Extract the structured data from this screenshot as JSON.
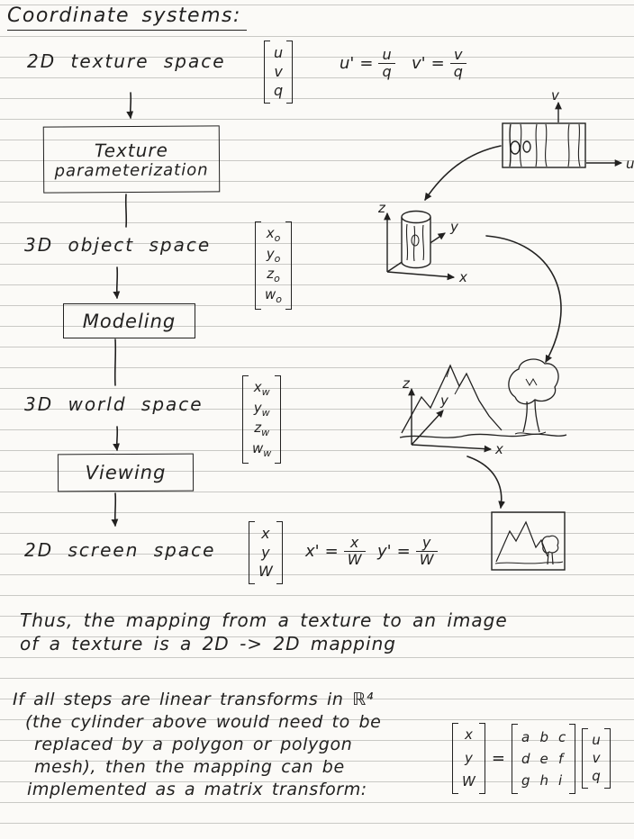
{
  "title": "Coordinate systems:",
  "symbols": {
    "equals": "="
  },
  "pipeline": {
    "texture_space": {
      "label": "2D texture space",
      "vector": [
        "u",
        "v",
        "q"
      ],
      "formula_u": {
        "lhs": "u'",
        "num": "u",
        "den": "q"
      },
      "formula_v": {
        "lhs": "v'",
        "num": "v",
        "den": "q"
      }
    },
    "boxes": {
      "texture_parameterization": {
        "line1": "Texture",
        "line2": "parameterization"
      },
      "modeling": {
        "label": "Modeling"
      },
      "viewing": {
        "label": "Viewing"
      }
    },
    "object_space": {
      "label": "3D object space",
      "vector": [
        {
          "base": "x",
          "sub": "o"
        },
        {
          "base": "y",
          "sub": "o"
        },
        {
          "base": "z",
          "sub": "o"
        },
        {
          "base": "w",
          "sub": "o"
        }
      ]
    },
    "world_space": {
      "label": "3D world space",
      "vector": [
        {
          "base": "x",
          "sub": "w"
        },
        {
          "base": "y",
          "sub": "w"
        },
        {
          "base": "z",
          "sub": "w"
        },
        {
          "base": "w",
          "sub": "w"
        }
      ]
    },
    "screen_space": {
      "label": "2D screen space",
      "vector": [
        "x",
        "y",
        "W"
      ],
      "formula_x": {
        "lhs": "x'",
        "num": "x",
        "den": "W"
      },
      "formula_y": {
        "lhs": "y'",
        "num": "y",
        "den": "W"
      }
    }
  },
  "illustrations": {
    "texture_axes": {
      "u": "u",
      "v": "v"
    },
    "object_axes": {
      "x": "x",
      "y": "y",
      "z": "z"
    },
    "world_axes": {
      "x": "x",
      "y": "y",
      "z": "z"
    }
  },
  "notes": {
    "para1_line1": "Thus, the mapping from a texture to an image",
    "para1_line2": "of a texture is a 2D -> 2D mapping",
    "para2_line1": "If all steps are linear transforms in ℝ⁴",
    "para2_line2": "(the cylinder above would need to be",
    "para2_line3": "replaced by a polygon or polygon",
    "para2_line4": "mesh), then the mapping can be",
    "para2_line5": "implemented as a matrix transform:"
  },
  "matrix_equation": {
    "result": [
      "x",
      "y",
      "W"
    ],
    "matrix": [
      [
        "a",
        "b",
        "c"
      ],
      [
        "d",
        "e",
        "f"
      ],
      [
        "g",
        "h",
        "i"
      ]
    ],
    "input": [
      "u",
      "v",
      "q"
    ]
  }
}
